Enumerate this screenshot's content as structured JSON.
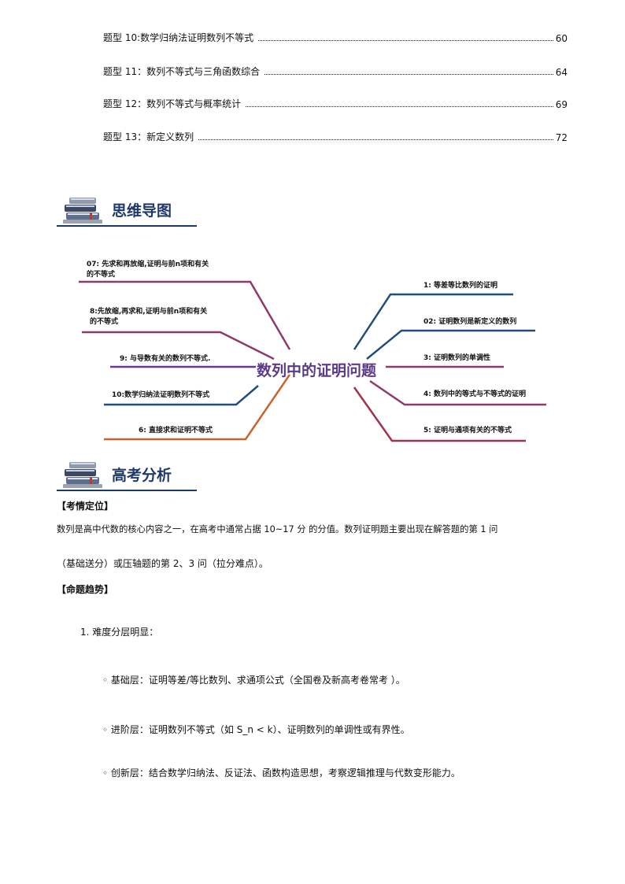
{
  "toc": [
    {
      "title": "题型 10:数学归纳法证明数列不等式",
      "page": "60"
    },
    {
      "title": "题型 11：数列不等式与三角函数综合",
      "page": "64"
    },
    {
      "title": "题型 12：数列不等式与概率统计",
      "page": "69"
    },
    {
      "title": "题型 13：新定义数列",
      "page": "72"
    }
  ],
  "section_mindmap": {
    "title": "思维导图"
  },
  "mindmap": {
    "center": "数列中的证明问题",
    "left": [
      {
        "line1": "07: 先求和再放缩,证明与前n项和有关",
        "line2": "的不等式"
      },
      {
        "line1": "8:先放缩,再求和,证明与前n项和有关",
        "line2": "的不等式"
      },
      {
        "line1": "9: 与导数有关的数列不等式."
      },
      {
        "line1": "10:数学归纳法证明数列不等式"
      },
      {
        "line1": "6: 直接求和证明不等式"
      }
    ],
    "right": [
      {
        "line1": "1: 等差等比数列的证明"
      },
      {
        "line1": "02: 证明数列是新定义的数列"
      },
      {
        "line1": "3: 证明数列的单调性"
      },
      {
        "line1": "4: 数列中的等式与不等式的证明"
      },
      {
        "line1": "5: 证明与通项有关的不等式"
      }
    ],
    "colors": {
      "purple": "#8e3a6b",
      "navy": "#1f4e79",
      "orange": "#c8642a",
      "red": "#a0324a",
      "center": "#5b3a86"
    }
  },
  "section_analysis": {
    "title": "高考分析"
  },
  "analysis": {
    "h1": "【考情定位】",
    "p1a": "数列是高中代数的核心内容之一，在高考中通常占据 10~17 分 的分值。数列证明题主要出现在解答题的第 1 问",
    "p1b": "（基础送分）或压轴题的第 2、3 问（拉分难点）。",
    "h2": "【命题趋势】",
    "item1": "1.  难度分层明显：",
    "b1": "◦  基础层：证明等差/等比数列、求通项公式（全国卷及新高考卷常考 ）。",
    "b2": "◦  进阶层：证明数列不等式（如  S_n < k）、证明数列的单调性或有界性。",
    "b3": "◦  创新层：结合数学归纳法、反证法、函数构造思想，考察逻辑推理与代数变形能力。"
  }
}
